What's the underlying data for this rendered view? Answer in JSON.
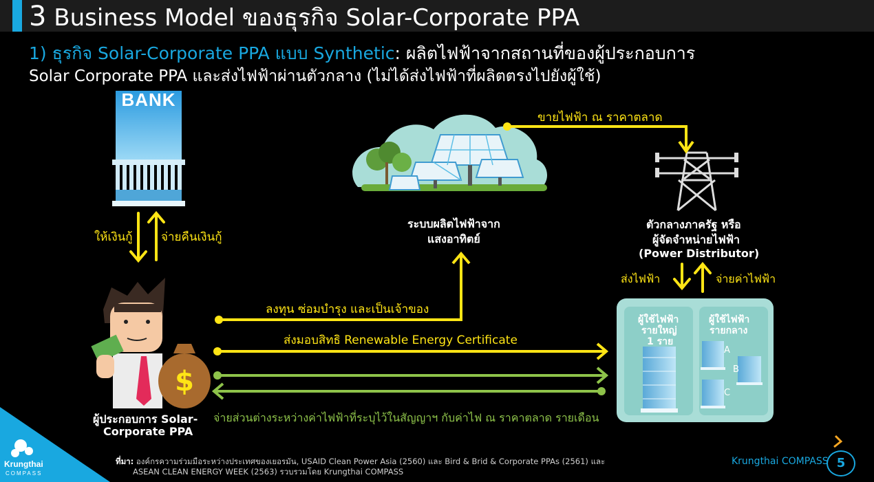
{
  "header": {
    "number": "3",
    "title": "Business Model ของธุรกิจ Solar-Corporate PPA"
  },
  "subtitle": {
    "highlight": "1) ธุรกิจ Solar-Corporate PPA แบบ Synthetic",
    "line1_rest": ": ผลิตไฟฟ้าจากสถานที่ของผู้ประกอบการ",
    "line2": "Solar Corporate PPA และส่งไฟฟ้าผ่านตัวกลาง (ไม่ได้ส่งไฟฟ้าที่ผลิตตรงไปยังผู้ใช้)"
  },
  "bank": {
    "label": "BANK",
    "give_loan": "ให้เงินกู้",
    "repay_loan": "จ่ายคืนเงินกู้"
  },
  "solar": {
    "label_line1": "ระบบผลิตไฟฟ้าจาก",
    "label_line2": "แสงอาทิตย์",
    "sell_market": "ขายไฟฟ้า ณ ราคาตลาด"
  },
  "distributor": {
    "line1": "ตัวกลางภาครัฐ หรือ",
    "line2": "ผู้จัดจำหน่ายไฟฟ้า",
    "line3": "(Power Distributor)",
    "send_power": "ส่งไฟฟ้า",
    "pay_power": "จ่ายค่าไฟฟ้า"
  },
  "operator": {
    "line1": "ผู้ประกอบการ Solar-",
    "line2": "Corporate PPA"
  },
  "flows": {
    "invest": "ลงทุน ซ่อมบำรุง และเป็นเจ้าของ",
    "rec": "ส่งมอบสิทธิ Renewable Energy Certificate",
    "difference": "จ่ายส่วนต่างระหว่างค่าไฟฟ้าที่ระบุไว้ในสัญญาฯ กับค่าไฟ ณ ราคาตลาด รายเดือน"
  },
  "users": {
    "large_line1": "ผู้ใช้ไฟฟ้า",
    "large_line2": "รายใหญ่",
    "large_line3": "1 ราย",
    "medium_line1": "ผู้ใช้ไฟฟ้า",
    "medium_line2": "รายกลาง",
    "a": "A",
    "b": "B",
    "c": "C"
  },
  "footer": {
    "source_label": "ที่มา:",
    "source_line1": " องค์กรความร่วมมือระหว่างประเทศของเยอรมัน, USAID Clean Power Asia (2560) และ Bird & Brid & Corporate PPAs (2561) และ",
    "source_line2": "ASEAN CLEAN ENERGY WEEK (2563) รวบรวมโดย Krungthai COMPASS",
    "brand": "Krungthai COMPASS",
    "page": "5",
    "logo": "Krungthai",
    "logo_sub": "COMPASS"
  },
  "colors": {
    "accent": "#19a8e0",
    "yellow": "#ffe515",
    "green": "#8ec34a"
  }
}
